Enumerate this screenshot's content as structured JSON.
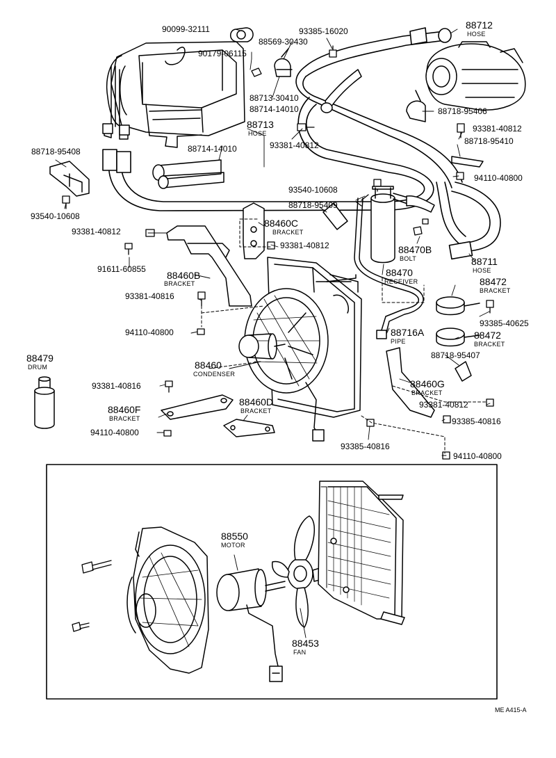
{
  "labels": {
    "p1": "90099-32111",
    "p2": "90179-06115",
    "p3": "88569-30430",
    "p4": "93385-16020",
    "p5": "88712",
    "p5_sub": "HOSE",
    "p6": "88713-30410",
    "p7": "88714-14010",
    "p8": "88718-95406",
    "p9": "88713",
    "p9_sub": "HOSE",
    "p10": "93381-40812",
    "p11": "88718-95410",
    "p12": "88718-95408",
    "p13": "88714-14010",
    "p14": "93381-40812",
    "p15": "94110-40800",
    "p16": "93540-10608",
    "p17": "93540-10608",
    "p18": "88718-95409",
    "p19": "88460C",
    "p19_sub": "BRACKET",
    "p20": "93381-40812",
    "p21": "93381-40812",
    "p22": "88470B",
    "p22_sub": "BOLT",
    "p23": "91611-60855",
    "p24": "88711",
    "p24_sub": "HOSE",
    "p25": "88460B",
    "p25_sub": "BRACKET",
    "p26": "88470",
    "p26_sub": "RECEIVER",
    "p27": "88472",
    "p27_sub": "BRACKET",
    "p28": "93381-40816",
    "p29": "93385-40625",
    "p30": "94110-40800",
    "p31": "88716A",
    "p31_sub": "PIPE",
    "p32": "88472",
    "p32_sub": "BRACKET",
    "p33": "88479",
    "p33_sub": "DRUM",
    "p34": "88460",
    "p34_sub": "CONDENSER",
    "p35": "88718-95407",
    "p36": "88460G",
    "p36_sub": "BRACKET",
    "p37": "93381-40816",
    "p38": "93381-40812",
    "p39": "88460F",
    "p39_sub": "BRACKET",
    "p40": "88460D",
    "p40_sub": "BRACKET",
    "p41": "93385-40816",
    "p42": "94110-40800",
    "p43": "93385-40816",
    "p44": "94110-40800",
    "p45": "88550",
    "p45_sub": "MOTOR",
    "p46": "88453",
    "p46_sub": "FAN",
    "code": "ME A415-A"
  }
}
